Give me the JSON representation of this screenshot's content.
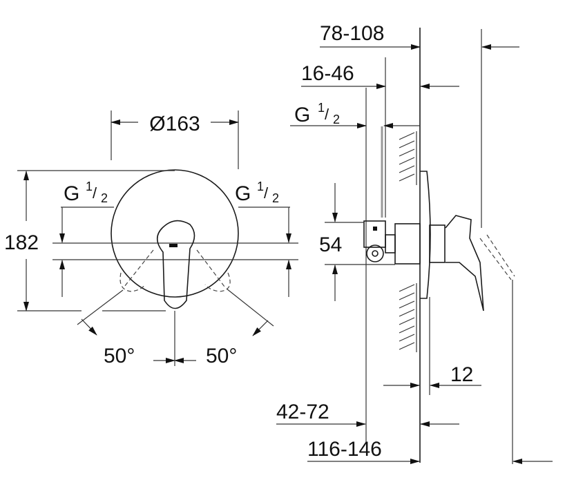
{
  "front_view": {
    "diameter": "Ø163",
    "height": "182",
    "inlet_left": {
      "main": "G",
      "num": "1",
      "den": "2"
    },
    "inlet_right": {
      "main": "G",
      "num": "1",
      "den": "2"
    },
    "angle_left": "50°",
    "angle_right": "50°"
  },
  "side_view": {
    "dim_78_108": "78-108",
    "dim_16_46": "16-46",
    "inlet": {
      "main": "G",
      "num": "1",
      "den": "2"
    },
    "dim_54": "54",
    "dim_12": "12",
    "dim_42_72": "42-72",
    "dim_116_146": "116-146"
  }
}
